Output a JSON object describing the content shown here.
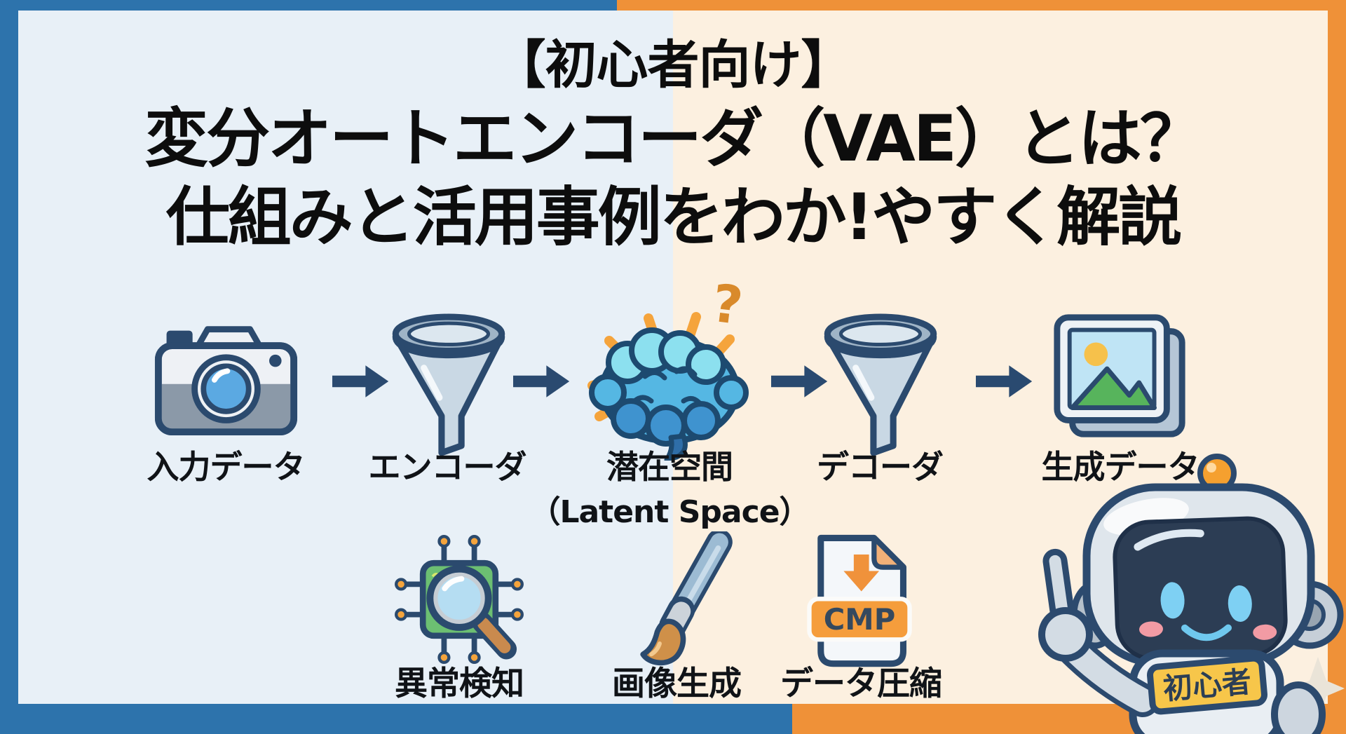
{
  "title": {
    "line1": "【初心者向け】",
    "line2": "変分オートエンコーダ（VAE）とは？",
    "line3": "仕組みと活用事例をわか!やすく解説"
  },
  "flow": {
    "steps": [
      {
        "label": "入力データ",
        "icon": "camera-icon"
      },
      {
        "label": "エンコーダ",
        "icon": "funnel-icon"
      },
      {
        "label": "潜在空間",
        "sublabel": "（Latent Space）",
        "annotation": "?",
        "icon": "brain-icon"
      },
      {
        "label": "デコーダ",
        "icon": "funnel-icon"
      },
      {
        "label": "生成データ",
        "icon": "photo-icon"
      }
    ]
  },
  "use_cases": {
    "items": [
      {
        "label": "異常検知",
        "icon": "chip-magnifier-icon"
      },
      {
        "label": "画像生成",
        "icon": "paintbrush-icon"
      },
      {
        "label": "データ圧縮",
        "icon": "compressed-file-icon",
        "file_badge": "CMP"
      }
    ]
  },
  "mascot": {
    "badge": "初心者"
  },
  "colors": {
    "frame_blue": "#2d73ac",
    "frame_orange": "#ef9138",
    "panel_left": "#e8f0f7",
    "panel_right": "#fcf0e0",
    "outline_navy": "#2b4a6e",
    "arrow_navy": "#2a4a70",
    "ray_orange": "#f5a43c",
    "title_black": "#0d0d0d"
  }
}
